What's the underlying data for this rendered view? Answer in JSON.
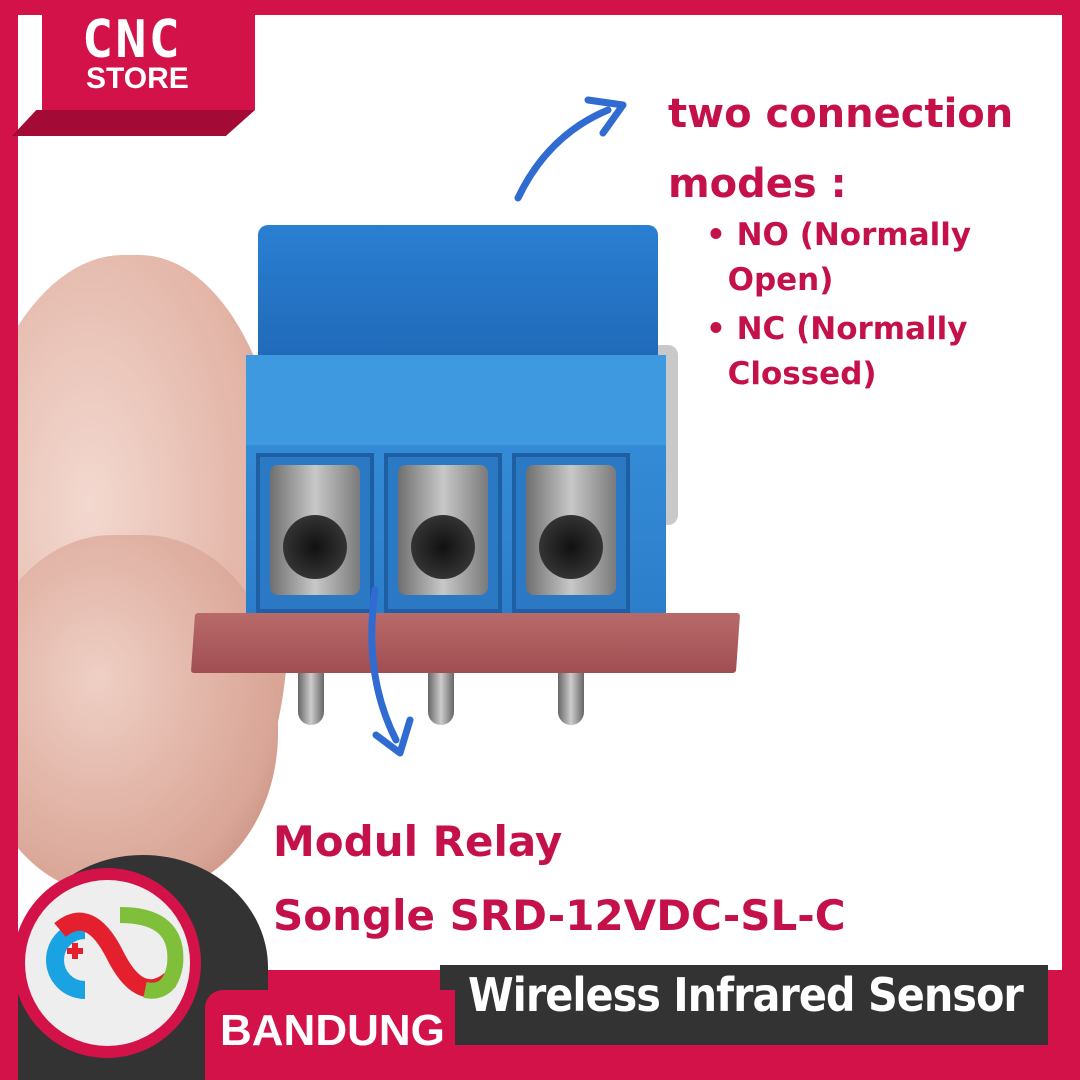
{
  "brand": {
    "name_line1": "CNC",
    "name_line2": "STORE",
    "city": "BANDUNG"
  },
  "annotation": {
    "title_line1": "two connection",
    "title_line2": "modes :",
    "bullets": [
      {
        "line1": "NO (Normally",
        "line2": "Open)"
      },
      {
        "line1": "NC (Normally",
        "line2": "Clossed)"
      }
    ]
  },
  "product": {
    "line1": "Modul Relay",
    "line2": "Songle SRD-12VDC-SL-C"
  },
  "banner": {
    "text": "Wireless Infrared Sensor"
  },
  "colors": {
    "frame": "#d4124a",
    "text_accent": "#c5114a",
    "arrow": "#2f6bd0",
    "banner": "#333333"
  }
}
